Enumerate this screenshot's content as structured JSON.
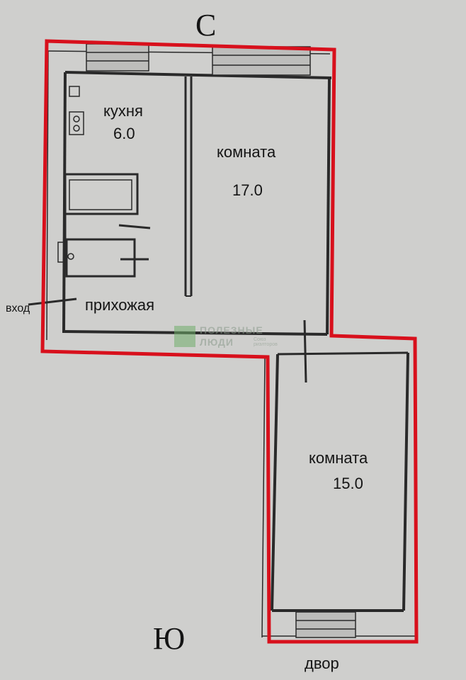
{
  "compass": {
    "north": "С",
    "south": "Ю"
  },
  "rooms": {
    "kitchen": {
      "name": "кухня",
      "area": "6.0"
    },
    "room_large": {
      "name": "комната",
      "area": "17.0"
    },
    "room_small": {
      "name": "комната",
      "area": "15.0"
    },
    "hall": {
      "name": "прихожая"
    }
  },
  "labels": {
    "entrance": "вход",
    "yard": "двор"
  },
  "watermark": {
    "line1": "ПОЛЕЗНЫЕ",
    "line2": "ЛЮДИ",
    "line3": "Союз риэлторов"
  },
  "colors": {
    "outline": "#d8101c",
    "walls": "#2a2a2a",
    "paper": "#cfcfcd",
    "watermark": "#6fae6a"
  }
}
